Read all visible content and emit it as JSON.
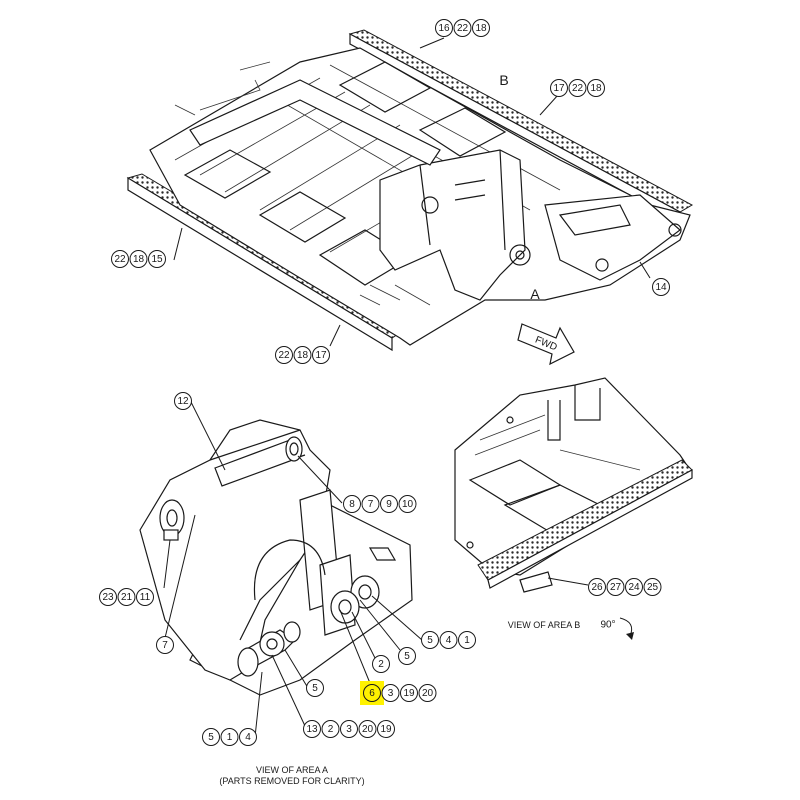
{
  "area_labels": {
    "a": "A",
    "b": "B"
  },
  "fwd_label": "FWD",
  "view_b": {
    "caption": "VIEW OF AREA B",
    "rotation": "90°"
  },
  "view_a": {
    "caption_line1": "VIEW OF AREA A",
    "caption_line2": "(PARTS REMOVED FOR CLARITY)"
  },
  "highlight_color": "#fff200",
  "callouts": {
    "top_walkway_right": [
      "16",
      "22",
      "18"
    ],
    "walkway_b": [
      "17",
      "22",
      "18"
    ],
    "walkway_left": [
      "22",
      "18",
      "15"
    ],
    "walkway_front": [
      "22",
      "18",
      "17"
    ],
    "frame_rear": [
      "14"
    ],
    "pin_upper": [
      "12"
    ],
    "upper_group": [
      "8",
      "7",
      "9",
      "10"
    ],
    "left_group": [
      "23",
      "21",
      "11"
    ],
    "left_single": [
      "7"
    ],
    "right_group_1": [
      "5",
      "4",
      "1"
    ],
    "right_single_2": [
      "2"
    ],
    "right_single_5": [
      "5"
    ],
    "lower_single_5": [
      "5"
    ],
    "highlight_group": [
      "6",
      "3",
      "19",
      "20"
    ],
    "bottom_group_1": [
      "5",
      "1",
      "4"
    ],
    "bottom_group_2": [
      "13",
      "2",
      "3",
      "20",
      "19"
    ],
    "view_b_group": [
      "26",
      "27",
      "24",
      "25"
    ]
  }
}
